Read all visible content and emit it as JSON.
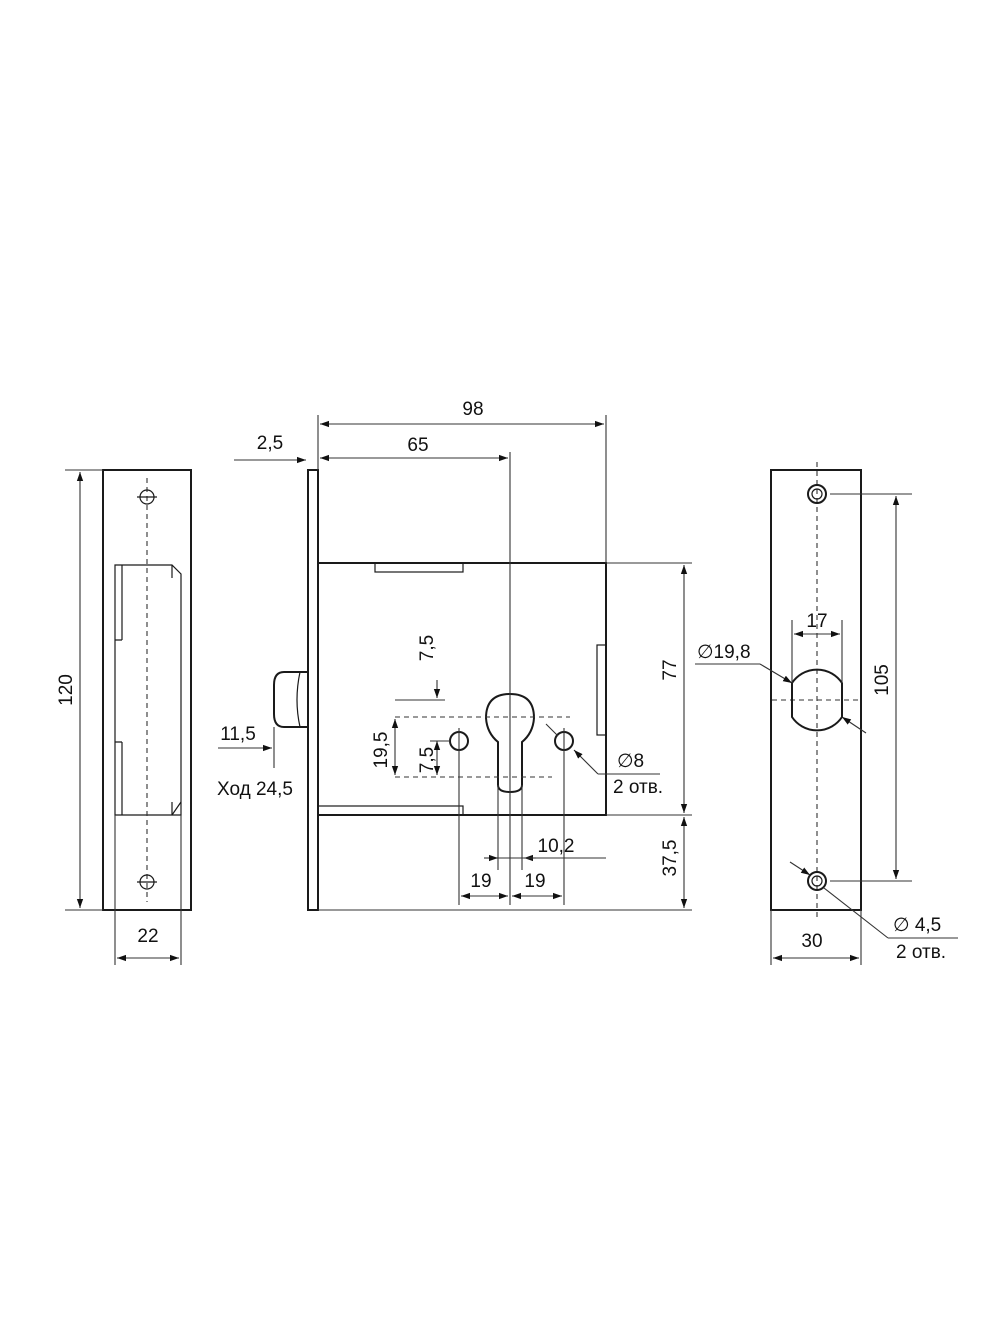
{
  "drawing": {
    "labels": {
      "height_120": "120",
      "width_22": "22",
      "total_98": "98",
      "backset_65": "65",
      "faceplate_2_5": "2,5",
      "offset_7_5_top": "7,5",
      "offset_19_5": "19,5",
      "offset_7_5_bottom": "7,5",
      "bolt_11_5": "11,5",
      "travel": "Ход 24,5",
      "body_77": "77",
      "lower_37_5": "37,5",
      "spacing_10_2": "10,2",
      "spacing_19_left": "19",
      "spacing_19_right": "19",
      "hole_d8": "∅8",
      "holes_count_1": "2 отв.",
      "plate_105": "105",
      "cyl_d19_8": "∅19,8",
      "cyl_17": "17",
      "screw_d4_5": "∅ 4,5",
      "holes_count_2": "2 отв.",
      "plate_width_30": "30"
    }
  }
}
